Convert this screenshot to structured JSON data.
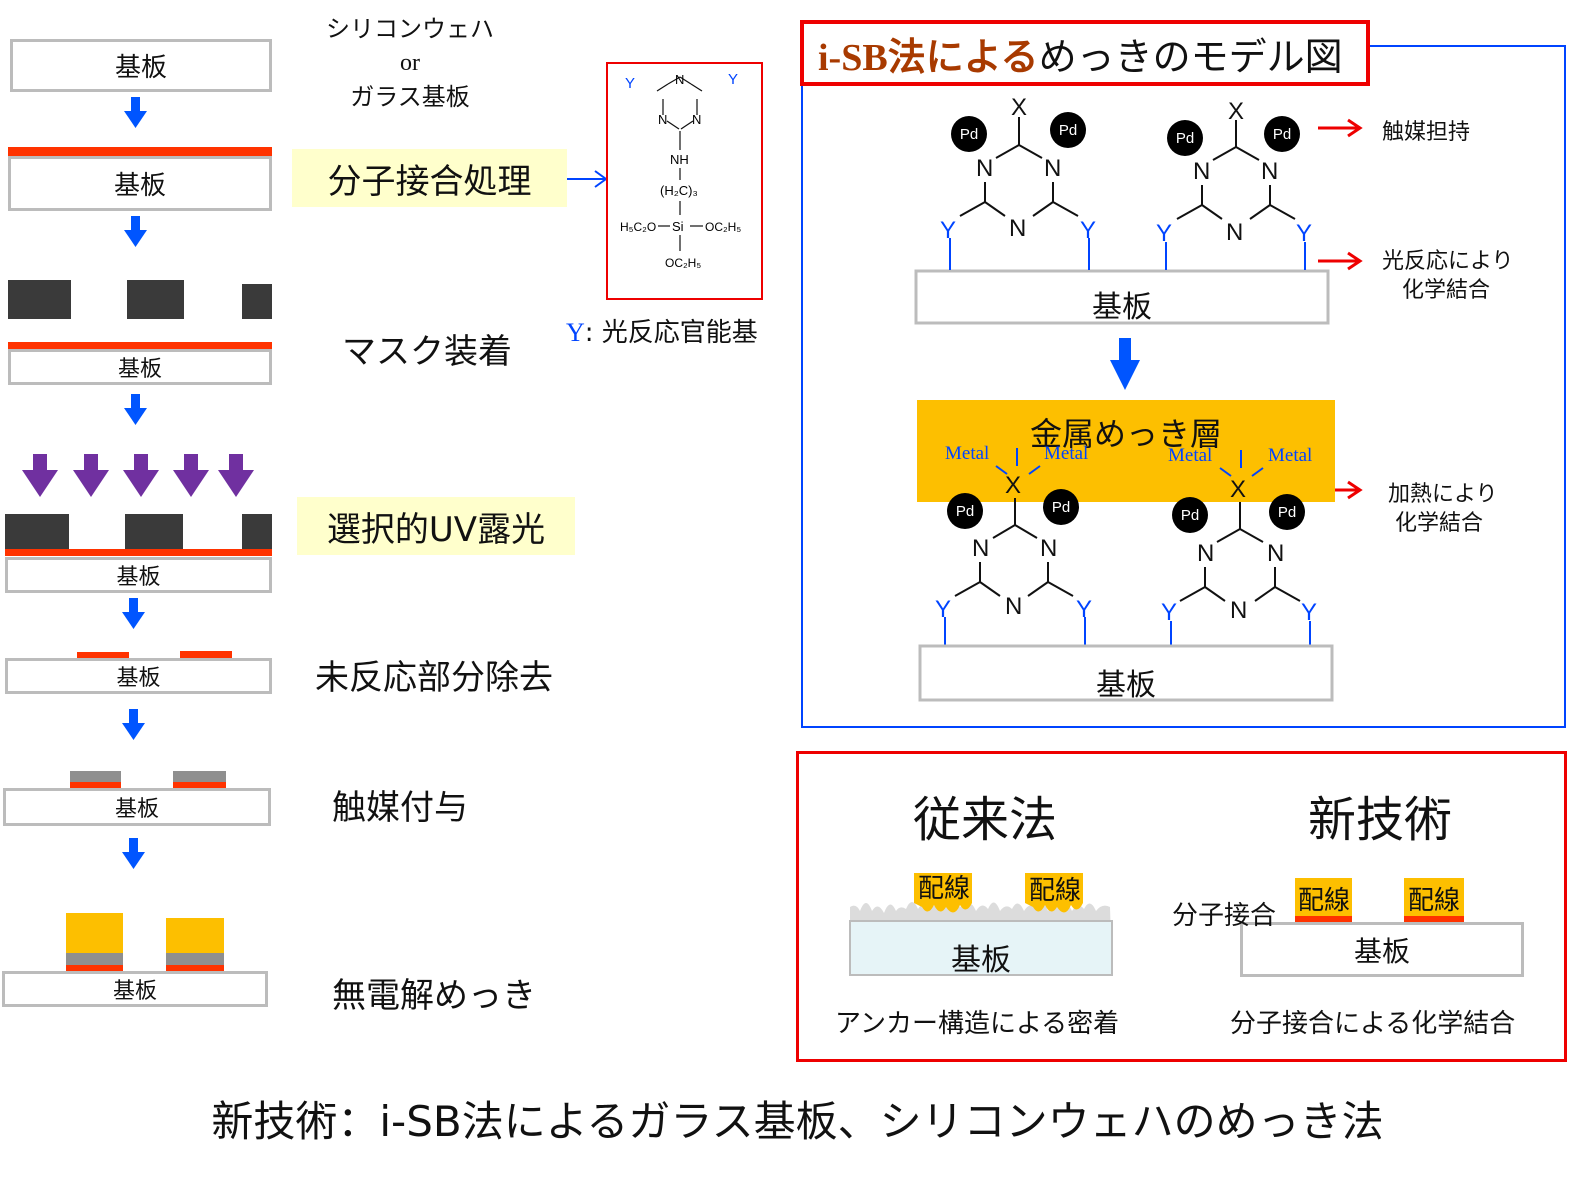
{
  "left_flow": {
    "substrate_label": "基板",
    "substrate_caption": [
      "シリコンウェハ",
      "or",
      "ガラス基板"
    ],
    "steps": [
      "分子接合処理",
      "マスク装着",
      "選択的UV露光",
      "未反応部分除去",
      "触媒付与",
      "無電解めっき"
    ]
  },
  "molecule": {
    "y_labels": [
      "Y",
      "Y"
    ],
    "ring_n": [
      "N",
      "N",
      "N"
    ],
    "nh": "NH",
    "chain": "(H₂C)₃",
    "silane_left": "H₅C₂O",
    "si": "Si",
    "silane_right": "OC₂H₅",
    "silane_bottom": "OC₂H₅",
    "legend_y": "Y",
    "legend_text": ": 光反応官能基"
  },
  "model": {
    "title_red": "i-SB法による",
    "title_black": "めっきのモデル図",
    "substrate_label": "基板",
    "x_label": "X",
    "pd_label": "Pd",
    "n_label": "N",
    "y_label": "Y",
    "annotations": [
      "触媒担持",
      "光反応により",
      "化学結合",
      "加熱により",
      "化学結合"
    ],
    "metal_layer": "金属めっき層",
    "metal_label": "Metal"
  },
  "comparison": {
    "old_title": "従来法",
    "new_title": "新技術",
    "wiring": "配線",
    "substrate": "基板",
    "molecular_bond": "分子接合",
    "old_caption": "アンカー構造による密着",
    "new_caption": "分子接合による化学結合"
  },
  "footer": "新技術：i-SB法によるガラス基板、シリコンウェハのめっき法",
  "colors": {
    "blue_arrow": "#0055ff",
    "red": "#ff3300",
    "gold": "#fdbf00",
    "purple": "#7030a0",
    "frame_blue": "#0044ff",
    "frame_red": "#ee0000"
  }
}
